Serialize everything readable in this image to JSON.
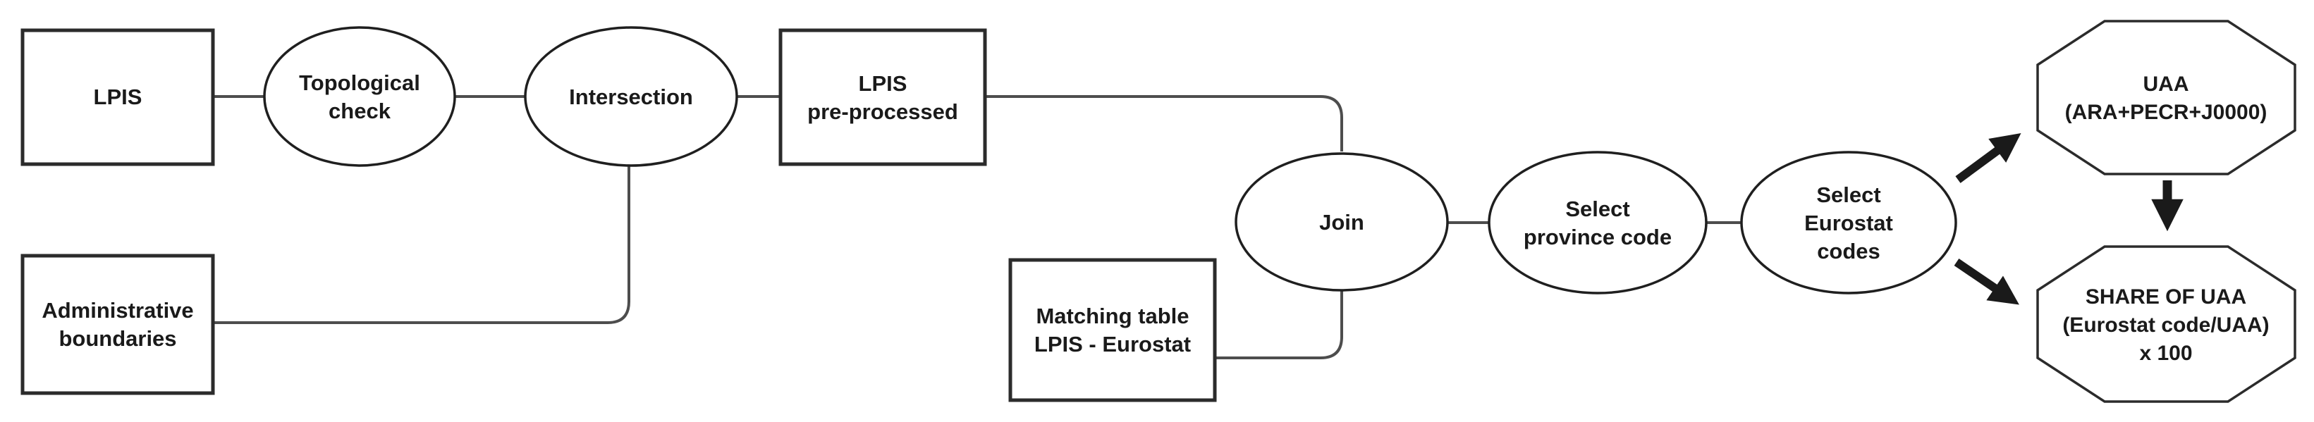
{
  "nodes": {
    "lpis": {
      "label": "LPIS"
    },
    "topological_check": {
      "lines": [
        "Topological",
        "check"
      ]
    },
    "intersection": {
      "label": "Intersection"
    },
    "lpis_preprocessed": {
      "lines": [
        "LPIS",
        "pre-processed"
      ]
    },
    "administrative_boundaries": {
      "lines": [
        "Administrative",
        "boundaries"
      ]
    },
    "matching_table": {
      "lines": [
        "Matching table",
        "LPIS - Eurostat"
      ]
    },
    "join": {
      "label": "Join"
    },
    "select_province_code": {
      "lines": [
        "Select",
        "province code"
      ]
    },
    "select_eurostat_codes": {
      "lines": [
        "Select",
        "Eurostat",
        "codes"
      ]
    },
    "uaa": {
      "lines": [
        "UAA",
        "(ARA+PECR+J0000)"
      ]
    },
    "share_of_uaa": {
      "lines": [
        "SHARE OF UAA",
        "(Eurostat code/UAA)",
        "x 100"
      ]
    }
  },
  "colors": {
    "background": "#ffffff",
    "shape_stroke": "#2b2b2b",
    "connector": "#4d4d4d",
    "arrow": "#1a1a1a",
    "text": "#1a1a1a"
  }
}
